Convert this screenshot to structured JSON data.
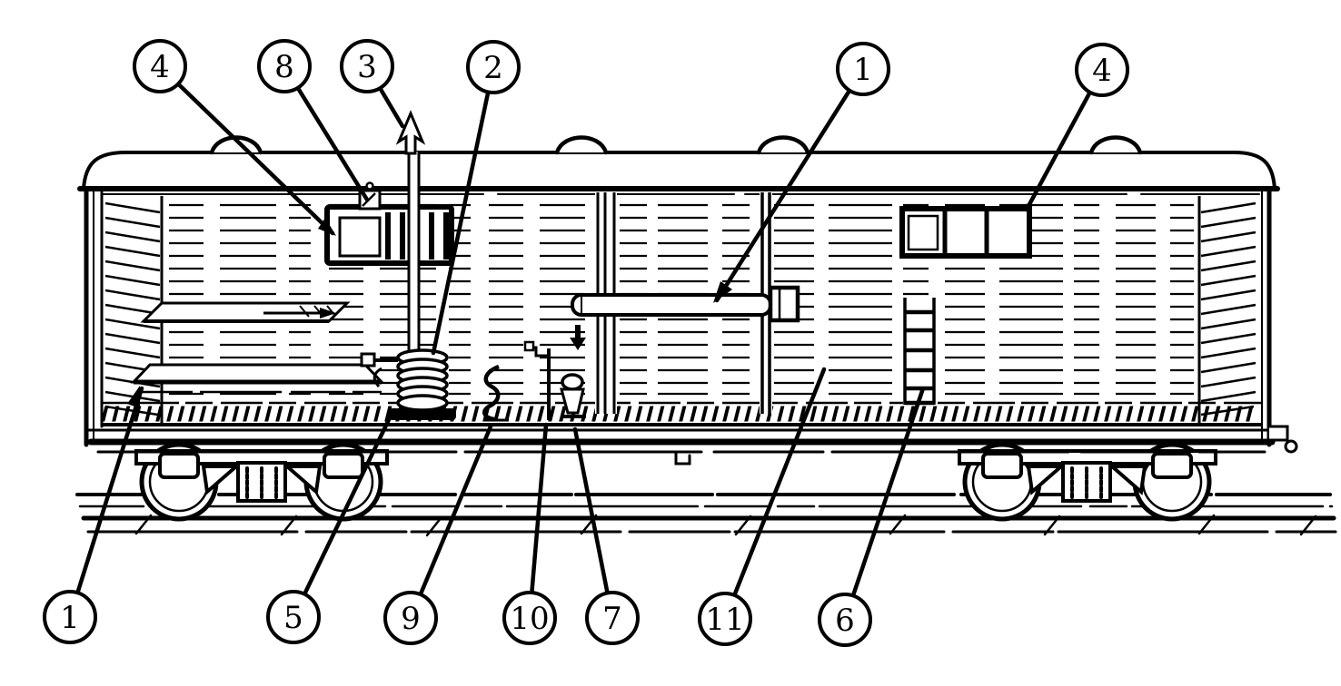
{
  "figure": {
    "kind": "cutaway line drawing of a railway boxcar with numbered callouts",
    "colors": {
      "ink": "#000000",
      "paper": "#ffffff"
    }
  },
  "callouts": [
    {
      "label": "4"
    },
    {
      "label": "8"
    },
    {
      "label": "3"
    },
    {
      "label": "2"
    },
    {
      "label": "1"
    },
    {
      "label": "4"
    },
    {
      "label": "1"
    },
    {
      "label": "5"
    },
    {
      "label": "9"
    },
    {
      "label": "10"
    },
    {
      "label": "7"
    },
    {
      "label": "11"
    },
    {
      "label": "6"
    }
  ]
}
